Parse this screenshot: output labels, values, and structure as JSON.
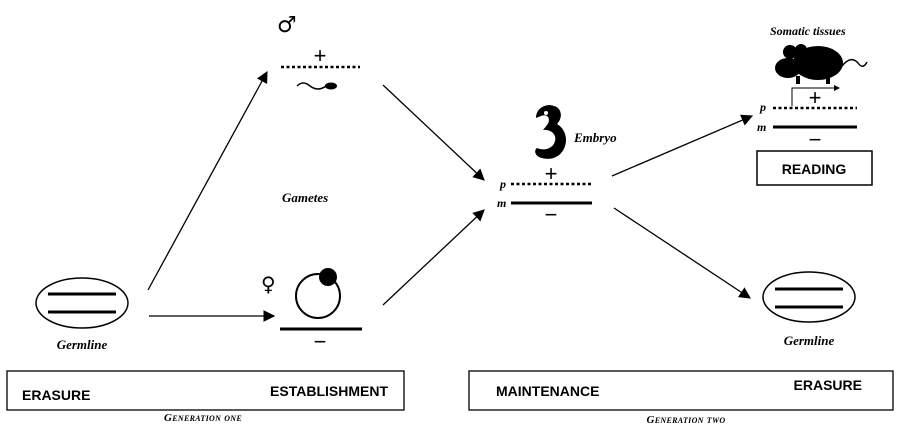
{
  "labels": {
    "male_symbol": "♂",
    "female_symbol": "♀",
    "gametes": "Gametes",
    "embryo": "Embryo",
    "somatic_tissues": "Somatic tissues",
    "germline_left": "Germline",
    "germline_right": "Germline",
    "reading": "READING",
    "plus": "+",
    "minus": "−",
    "p": "p",
    "m": "m"
  },
  "stages": {
    "gen_one_left": "ERASURE",
    "gen_one_right": "ESTABLISHMENT",
    "gen_two_left": "MAINTENANCE",
    "gen_two_right": "ERASURE"
  },
  "generations": {
    "one": "Generation one",
    "two": "Generation two"
  }
}
